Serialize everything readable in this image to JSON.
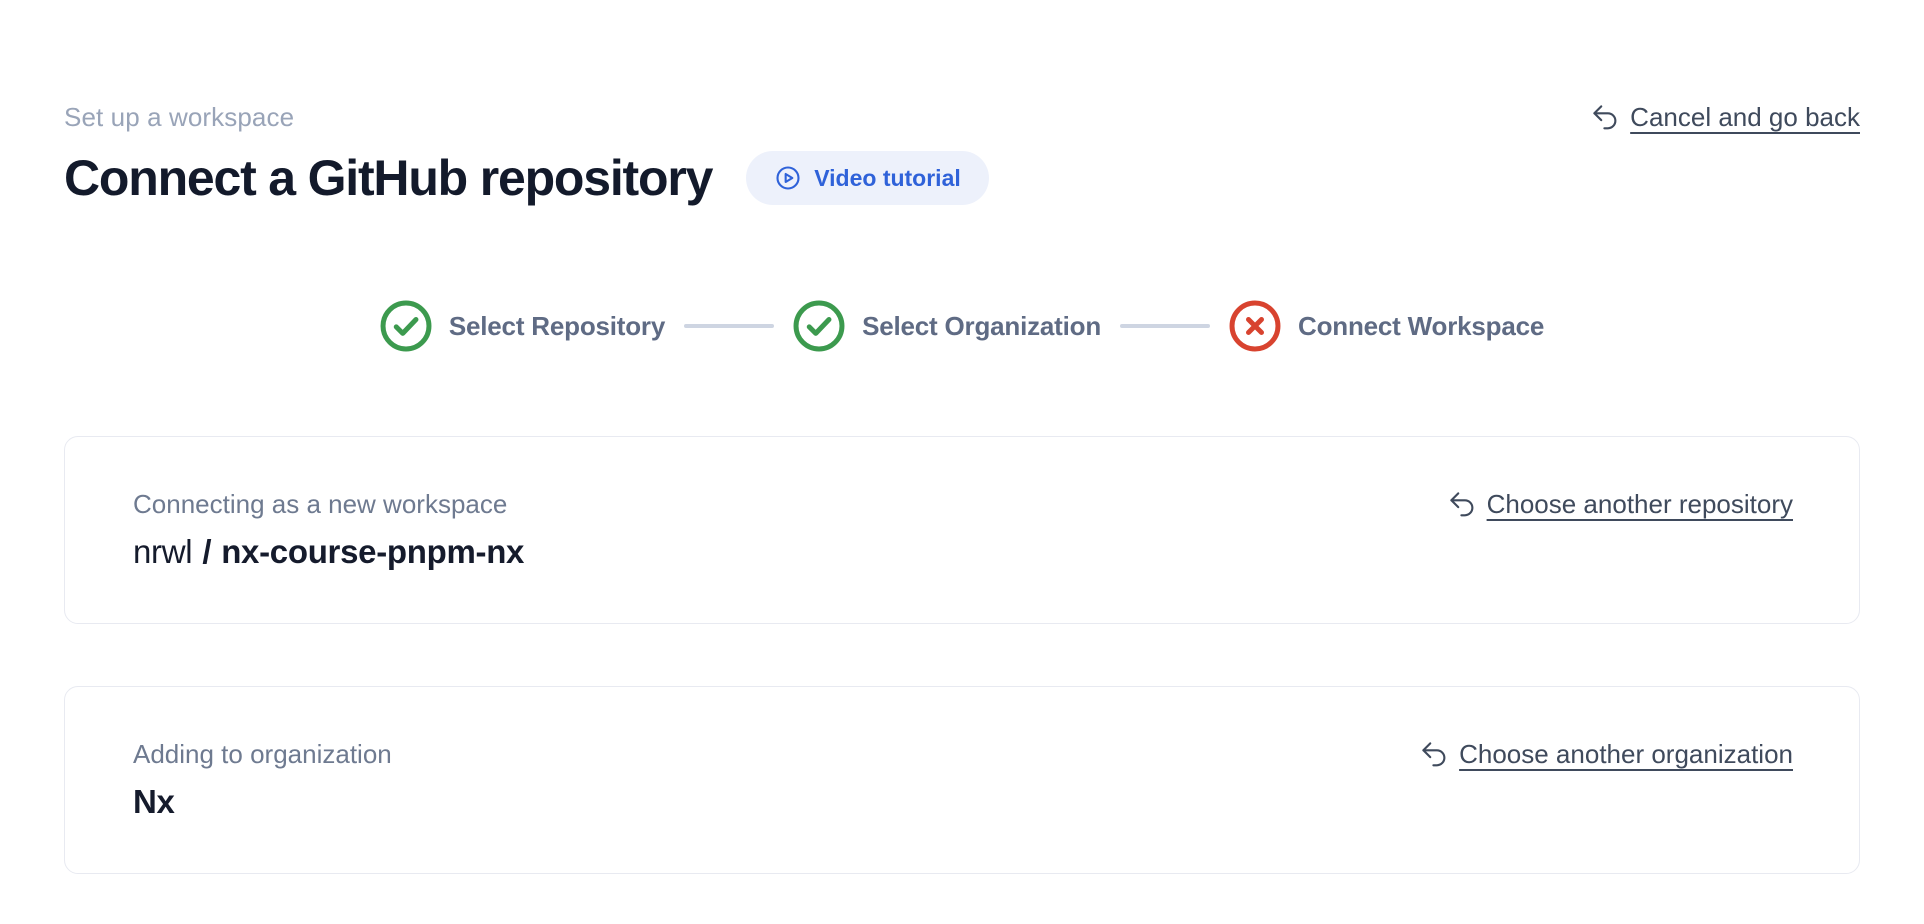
{
  "header": {
    "eyebrow": "Set up a workspace",
    "title": "Connect a GitHub repository",
    "video_tutorial_label": "Video tutorial",
    "cancel_label": "Cancel and go back"
  },
  "stepper": {
    "steps": [
      {
        "label": "Select Repository",
        "status": "complete",
        "icon": "check-circle"
      },
      {
        "label": "Select Organization",
        "status": "complete",
        "icon": "check-circle"
      },
      {
        "label": "Connect Workspace",
        "status": "error",
        "icon": "x-circle"
      }
    ]
  },
  "repository_card": {
    "label": "Connecting as a new workspace",
    "owner": "nrwl",
    "separator": "/",
    "repo": "nx-course-pnpm-nx",
    "action_label": "Choose another repository"
  },
  "organization_card": {
    "label": "Adding to organization",
    "value": "Nx",
    "action_label": "Choose another organization"
  },
  "colors": {
    "accent_blue": "#2f62d9",
    "pill_bg": "#edf1fb",
    "success_green": "#3c9a4e",
    "error_red": "#d8432f"
  }
}
